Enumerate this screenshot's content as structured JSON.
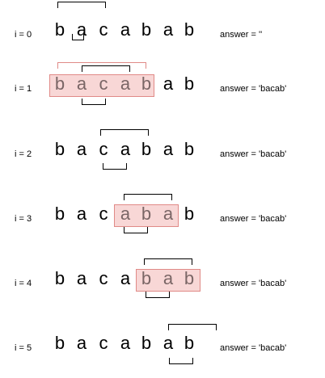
{
  "rows": [
    {
      "index_label": "i = 0",
      "letters": [
        "b",
        "a",
        "c",
        "a",
        "b",
        "a",
        "b"
      ],
      "answer_label": "answer = ''"
    },
    {
      "index_label": "i = 1",
      "letters": [
        "b",
        "a",
        "c",
        "a",
        "b",
        "a",
        "b"
      ],
      "answer_label": "answer = 'bacab'"
    },
    {
      "index_label": "i = 2",
      "letters": [
        "b",
        "a",
        "c",
        "a",
        "b",
        "a",
        "b"
      ],
      "answer_label": "answer = 'bacab'"
    },
    {
      "index_label": "i = 3",
      "letters": [
        "b",
        "a",
        "c",
        "a",
        "b",
        "a",
        "b"
      ],
      "answer_label": "answer = 'bacab'"
    },
    {
      "index_label": "i = 4",
      "letters": [
        "b",
        "a",
        "c",
        "a",
        "b",
        "a",
        "b"
      ],
      "answer_label": "answer = 'bacab'"
    },
    {
      "index_label": "i = 5",
      "letters": [
        "b",
        "a",
        "c",
        "a",
        "b",
        "a",
        "b"
      ],
      "answer_label": "answer = 'bacab'"
    }
  ],
  "colors": {
    "highlight_fill": "#f8d7d6",
    "highlight_border": "#e08a87",
    "highlight_text": "#7a6666"
  }
}
